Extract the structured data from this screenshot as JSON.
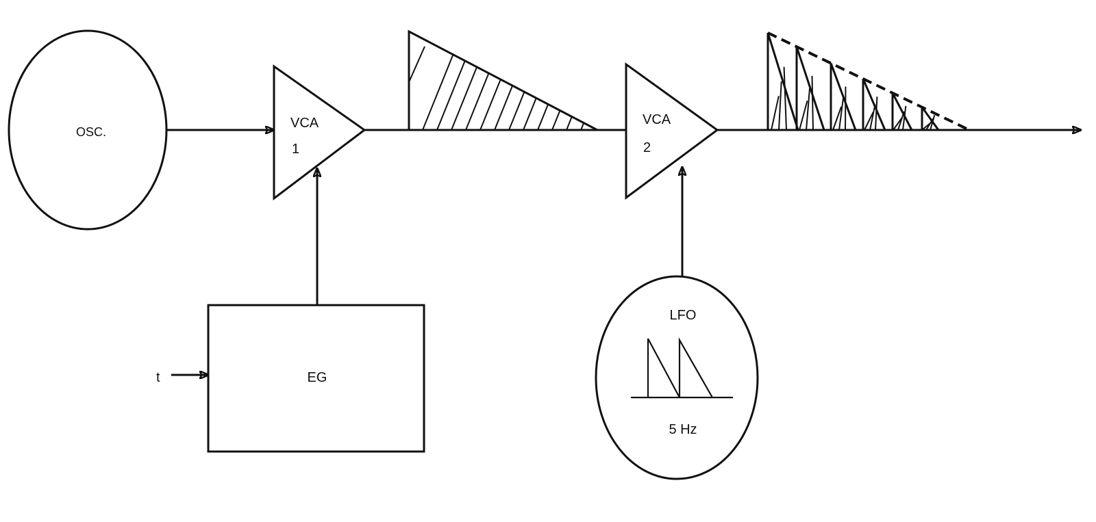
{
  "diagram": {
    "title": "",
    "colors": {
      "ink": "#111111",
      "background": "#ffffff"
    },
    "nodes": {
      "osc": {
        "label": "OSC."
      },
      "vca1": {
        "label_line1": "VCA",
        "label_line2": "1"
      },
      "vca2": {
        "label_line1": "VCA",
        "label_line2": "2"
      },
      "eg": {
        "label": "EG"
      },
      "lfo": {
        "label": "LFO",
        "frequency": "5 Hz",
        "waveform": "sawtooth-down"
      }
    },
    "inputs": {
      "trigger": "t"
    },
    "signals": {
      "after_vca1": "decaying envelope (hatched triangle)",
      "after_vca2": "decaying envelope chopped by LFO (dashed outline)"
    },
    "edges": [
      {
        "from": "osc",
        "to": "vca1"
      },
      {
        "from": "eg",
        "to": "vca1",
        "type": "control"
      },
      {
        "from": "vca1",
        "to": "vca2"
      },
      {
        "from": "lfo",
        "to": "vca2",
        "type": "control"
      },
      {
        "from": "trigger",
        "to": "eg"
      },
      {
        "from": "vca2",
        "to": "output"
      }
    ]
  }
}
